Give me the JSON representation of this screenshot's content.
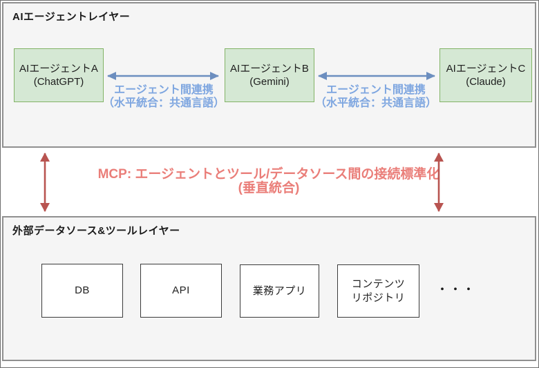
{
  "top_layer": {
    "title": "AIエージェントレイヤー",
    "agents": [
      {
        "name": "AIエージェントA",
        "product": "(ChatGPT)"
      },
      {
        "name": "AIエージェントB",
        "product": "(Gemini)"
      },
      {
        "name": "AIエージェントC",
        "product": "(Claude)"
      }
    ],
    "connection_labels": [
      {
        "line1": "エージェント間連携",
        "line2": "（水平統合：共通言語）"
      },
      {
        "line1": "エージェント間連携",
        "line2": "（水平統合：共通言語）"
      }
    ]
  },
  "mcp": {
    "line1": "MCP: エージェントとツール/データソース間の接続標準化",
    "line2": "(垂直統合)"
  },
  "bottom_layer": {
    "title": "外部データソース&ツールレイヤー",
    "tools": [
      {
        "lines": [
          "DB"
        ]
      },
      {
        "lines": [
          "API"
        ]
      },
      {
        "lines": [
          "業務アプリ"
        ]
      },
      {
        "lines": [
          "コンテンツ",
          "リポジトリ"
        ]
      }
    ],
    "ellipsis": "・・・"
  },
  "colors": {
    "agent_box_fill": "#d5e8d4",
    "agent_box_border": "#82b366",
    "layer_fill": "#f5f5f5",
    "layer_border": "#8f8f8f",
    "agent_arrow": "#6c8ebf",
    "agent_label_text": "#7ea6e0",
    "mcp_arrow": "#b85450",
    "mcp_text": "#ea7e79"
  }
}
